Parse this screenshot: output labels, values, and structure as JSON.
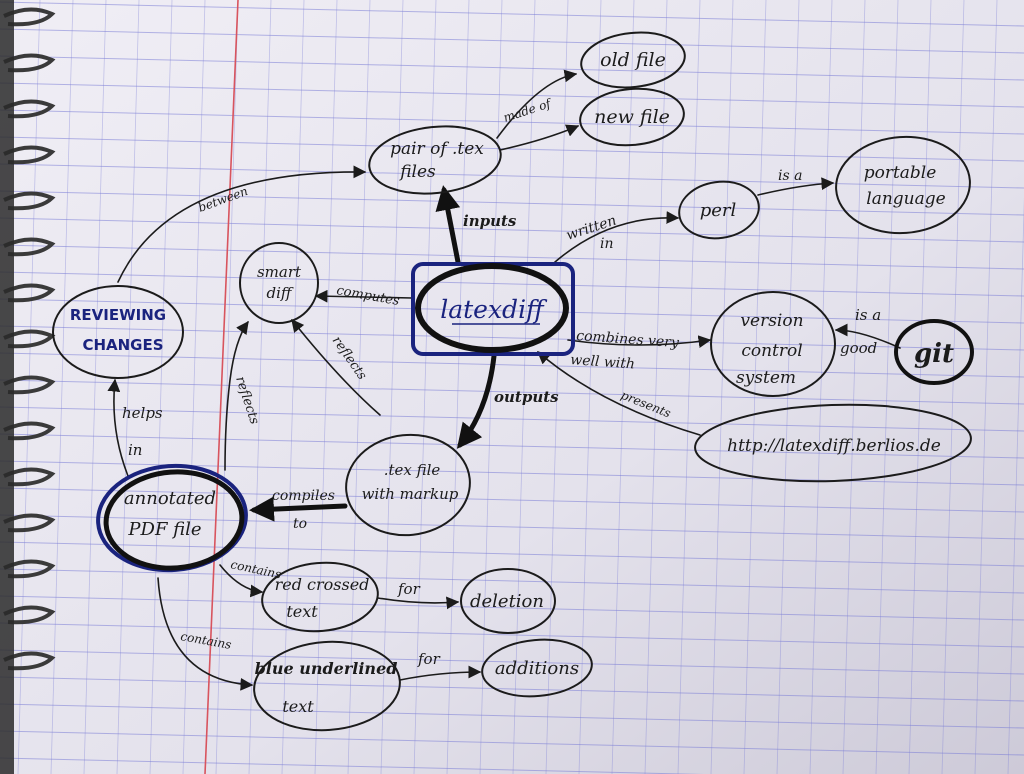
{
  "colors": {
    "paper": "#e8e6ef",
    "rule_blue": "#7d7fd6",
    "margin_red": "#d8545e",
    "ink": "#1b1b1b",
    "ink_blue": "#1a237e"
  },
  "nodes": {
    "old_file": "old file",
    "new_file": "new file",
    "pair_of_tex_files": [
      "pair of .tex",
      "files"
    ],
    "portable_language": [
      "portable",
      "language"
    ],
    "perl": "perl",
    "smart_diff": [
      "smart",
      "diff"
    ],
    "latexdiff": "latexdiff",
    "reviewing_changes": [
      "REVIEWING",
      "CHANGES"
    ],
    "version_control_system": [
      "version",
      "control",
      "system"
    ],
    "git": "git",
    "url": "http://latexdiff.berlios.de",
    "tex_file_with_markup": [
      ".tex file",
      "with markup"
    ],
    "annotated_pdf_file": [
      "annotated",
      "PDF file"
    ],
    "red_crossed_text": [
      "red crossed",
      "text"
    ],
    "deletion": "deletion",
    "blue_underlined_text": [
      "blue underlined",
      "text"
    ],
    "additions": "additions"
  },
  "edges": {
    "made_of": "made of",
    "between": "between",
    "inputs": "inputs",
    "written_in": [
      "written",
      "in"
    ],
    "is_a": "is a",
    "computes": "computes",
    "reflects_1": "reflects",
    "reflects_2": "reflects",
    "combines_very_well_with": [
      "combines very",
      "well with"
    ],
    "is_a_good": [
      "is a",
      "good"
    ],
    "outputs": "outputs",
    "presents": "presents",
    "helps_in": [
      "helps",
      "in"
    ],
    "compiles_to": [
      "compiles",
      "to"
    ],
    "contains_1": "contains",
    "contains_2": "contains",
    "for_1": "for",
    "for_2": "for"
  }
}
